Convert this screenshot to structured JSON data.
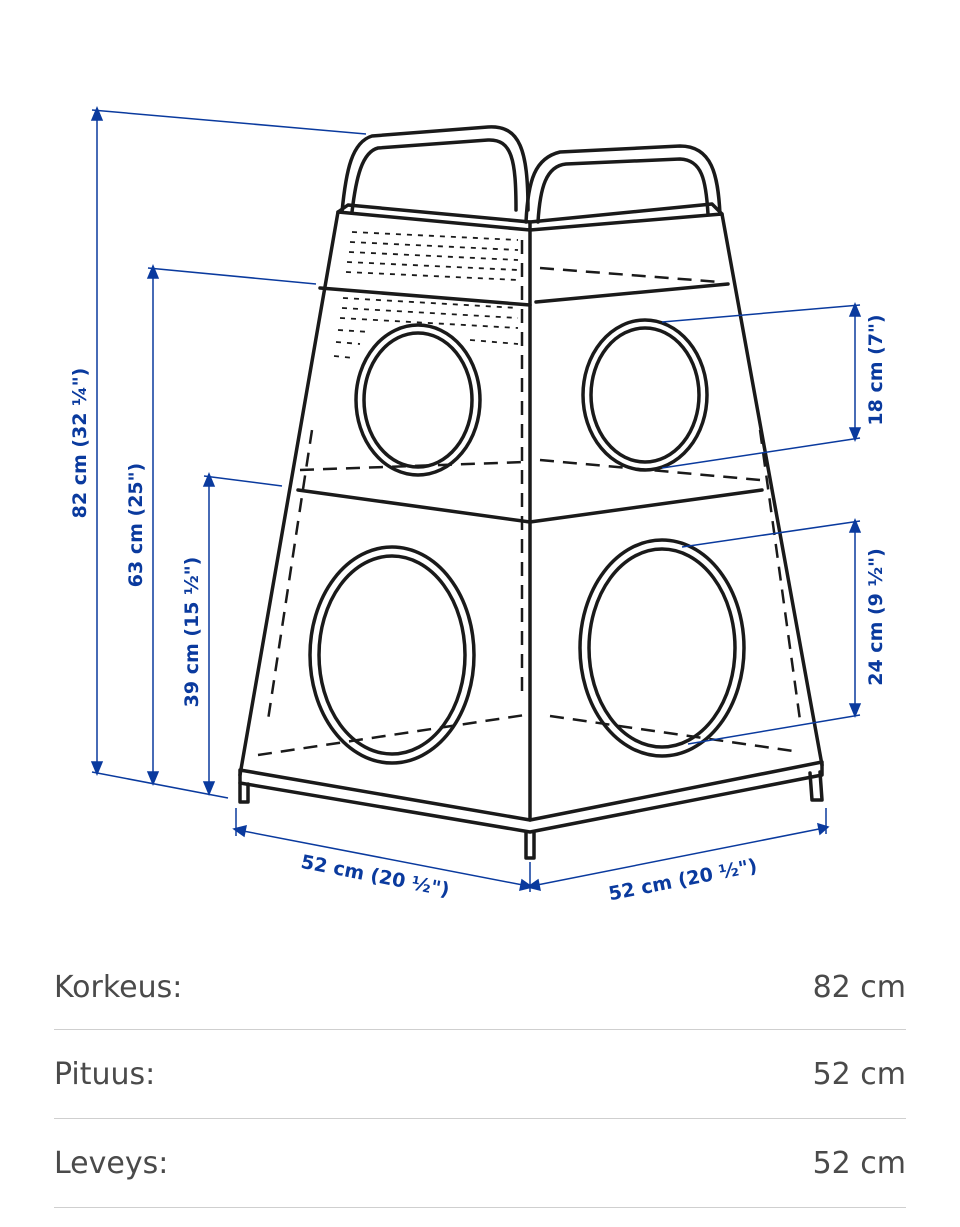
{
  "diagram": {
    "labels": {
      "total_height": "82 cm (32 ¼\")",
      "mid_height": "63 cm (25\")",
      "low_height": "39 cm (15 ½\")",
      "upper_hole": "18 cm (7\")",
      "lower_hole": "24 cm (9 ½\")",
      "depth_left": "52 cm (20 ½\")",
      "depth_right": "52 cm (20 ½\")"
    },
    "colors": {
      "line": "#1a1a1a",
      "dimension": "#0a3a9e"
    }
  },
  "specs": [
    {
      "label": "Korkeus:",
      "value": "82 cm"
    },
    {
      "label": "Pituus:",
      "value": "52 cm"
    },
    {
      "label": "Leveys:",
      "value": "52 cm"
    }
  ]
}
